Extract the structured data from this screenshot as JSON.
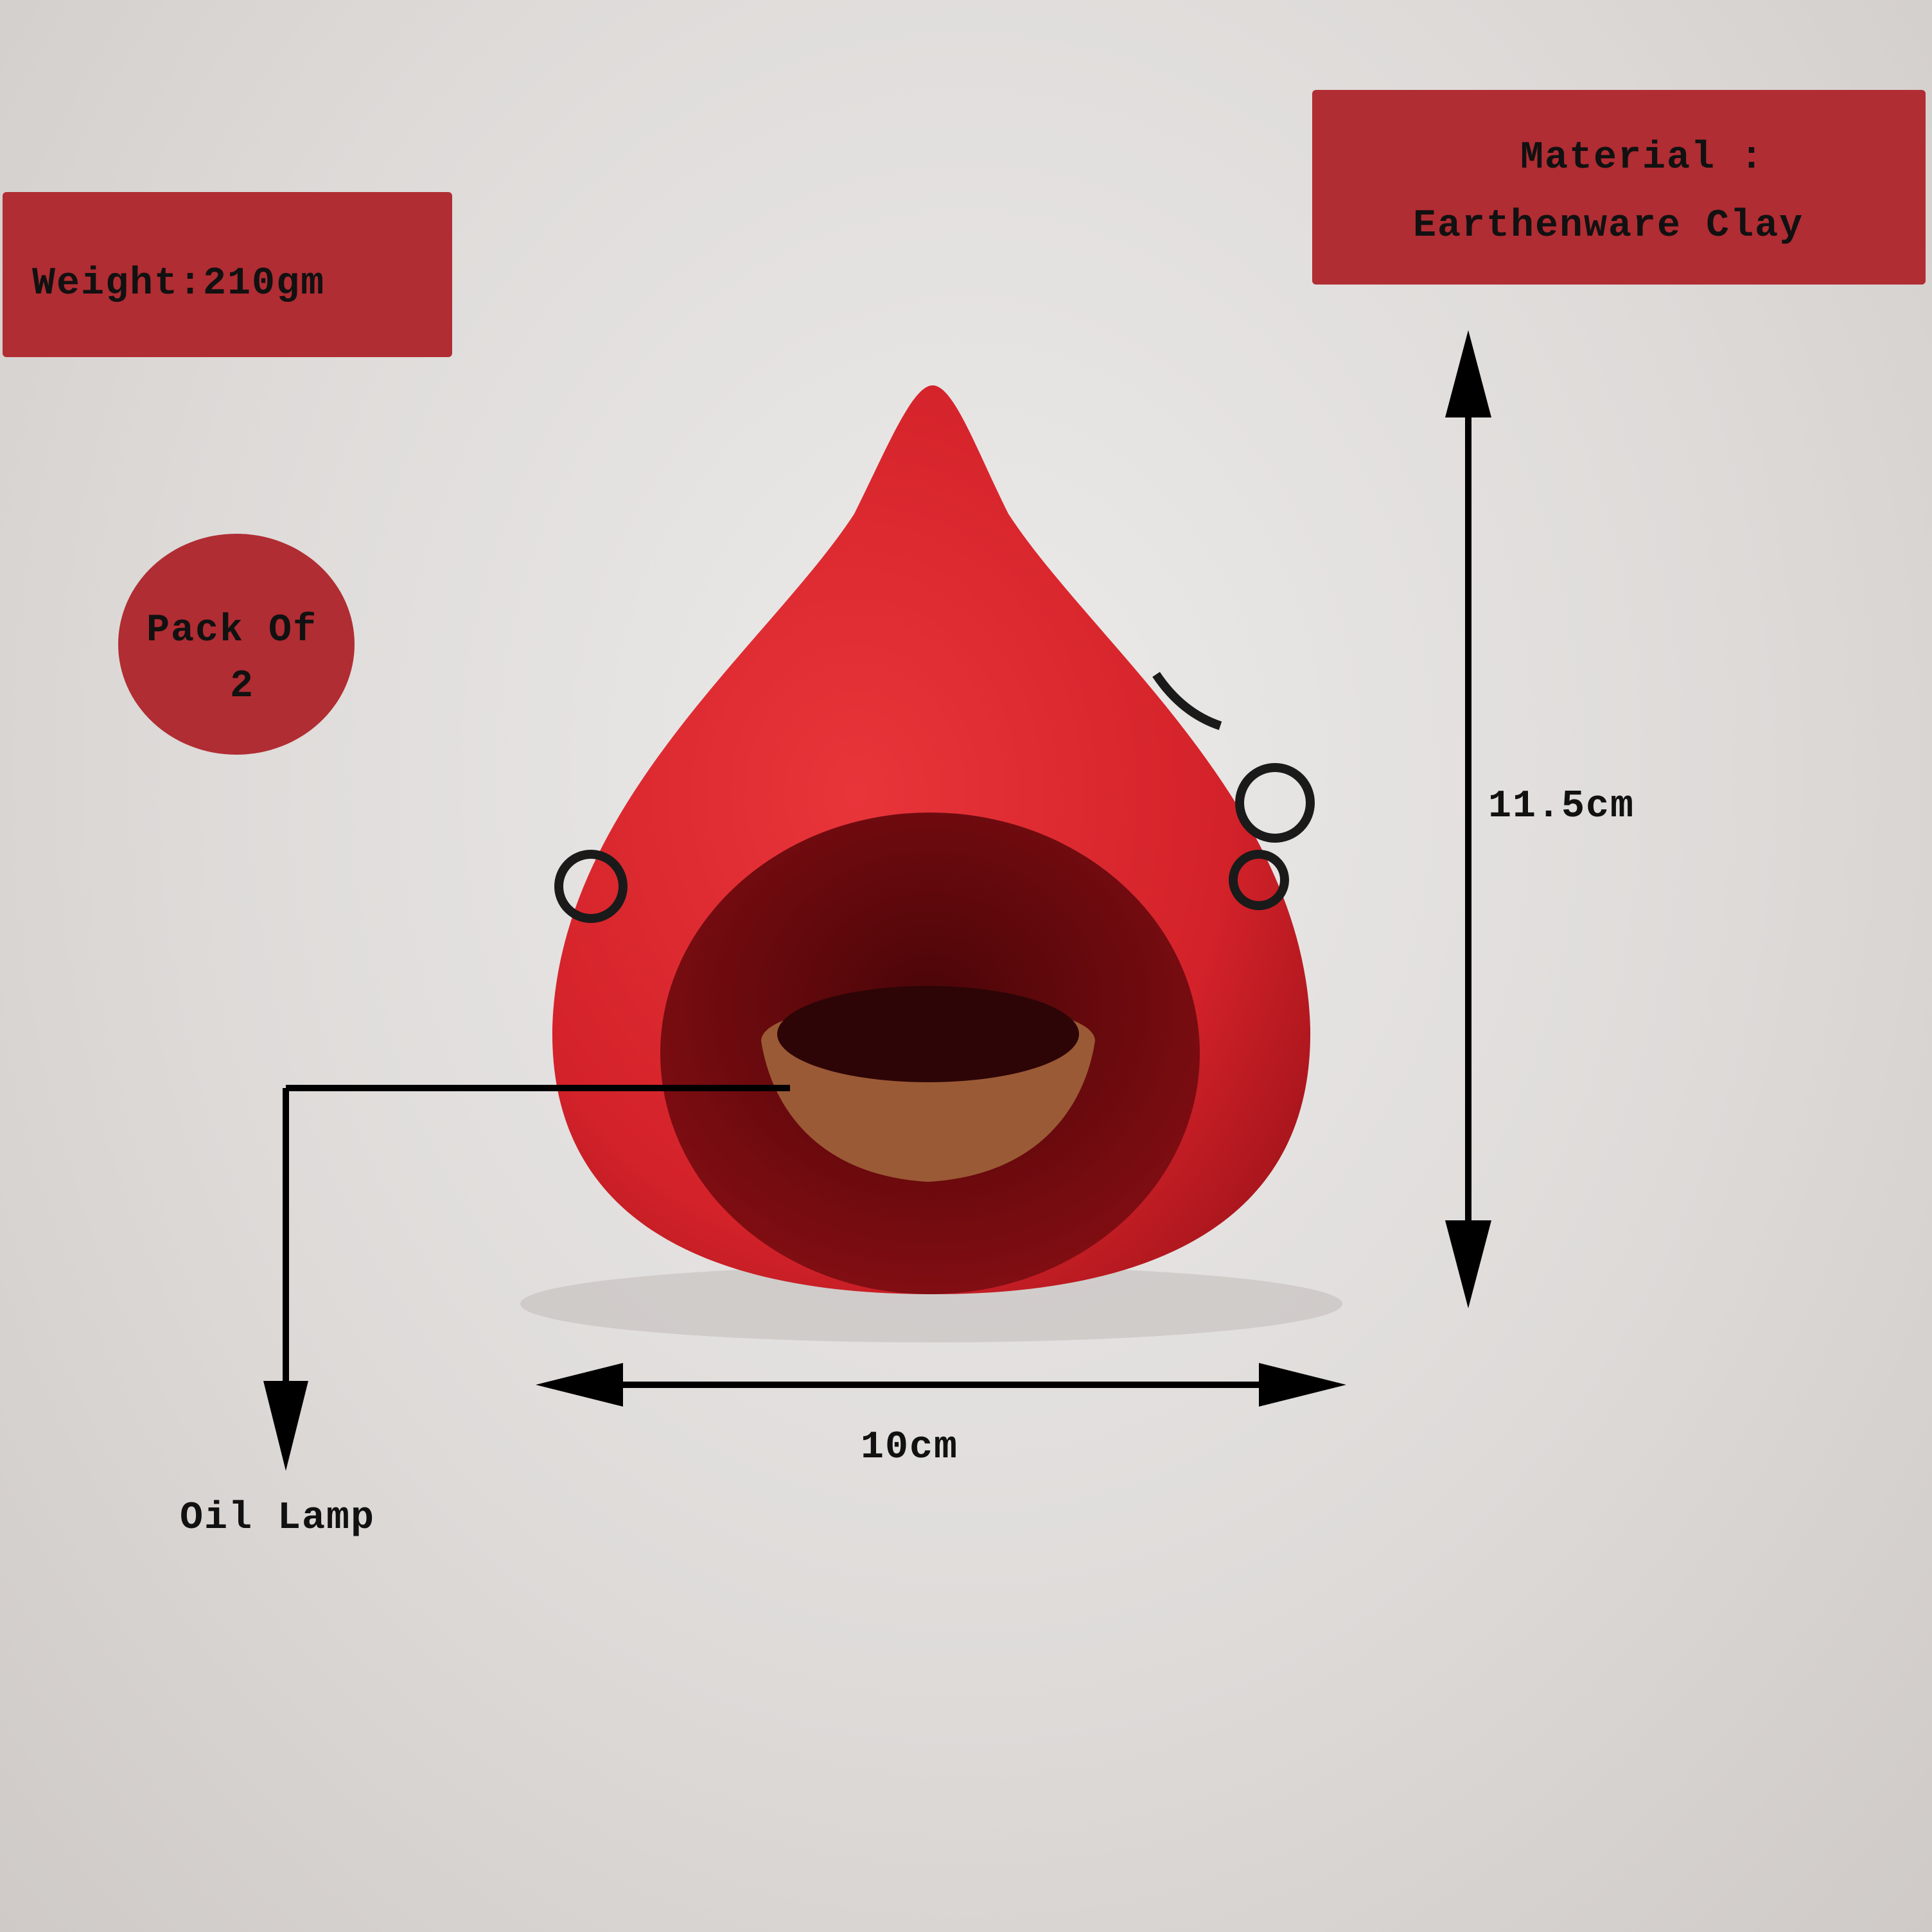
{
  "weight": "Weight:210gm",
  "material": {
    "line1": "Material :",
    "line2": "Earthenware Clay"
  },
  "pack": {
    "line1": "Pack Of",
    "line2": "2"
  },
  "height": "11.5cm",
  "width": "10cm",
  "callout": "Oil Lamp",
  "colors": {
    "badge": "#b02d33",
    "product": "#d8212a"
  }
}
